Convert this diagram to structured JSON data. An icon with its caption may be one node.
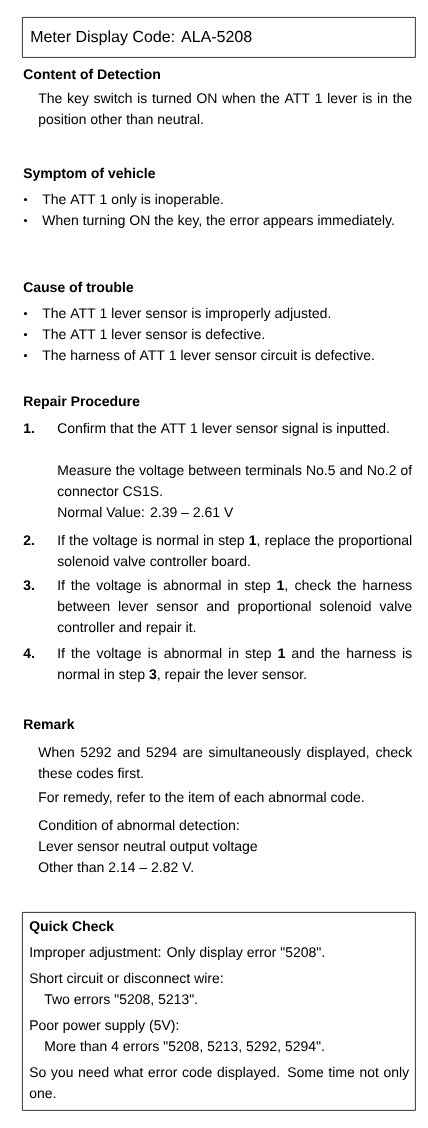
{
  "diagram": {
    "nodes": [
      {
        "text": [
          "Meter Display Code: ALA-5208"
        ]
      },
      {
        "text": [
          "Quick Check",
          "Improper adjustment: Only display error \"5208\".",
          "Short circuit or disconnect wire:",
          "Two errors \"5208, 5213\".",
          "Poor power supply (5V):",
          "More than 4 errors \"5208, 5213, 5292, 5294\".",
          "So you need what error code displayed. Some time not only one."
        ]
      }
    ],
    "edges": [],
    "labels": [
      "Content of Detection",
      "The key switch is turned ON when the ATT 1 lever is in the position other than neutral.",
      "Symptom of vehicle",
      "The ATT 1 only is inoperable.",
      "When turning ON the key, the error appears immediately.",
      "Cause of trouble",
      "The ATT 1 lever sensor is improperly adjusted.",
      "The ATT 1 lever sensor is defective.",
      "The harness of ATT 1 lever sensor circuit is defective.",
      "Repair Procedure",
      "1.",
      "Confirm that the ATT 1 lever sensor signal is inputted.",
      "Measure the voltage between terminals No.5 and No.2 of connector CS1S.",
      "Normal Value: 2.39 – 2.61 V",
      "2.",
      "If the voltage is normal in step **1**, replace the proportional solenoid valve controller board.",
      "3.",
      "If the voltage is abnormal in step **1**, check the harness between lever sensor and proportional solenoid valve controller and repair it.",
      "4.",
      "If the voltage is abnormal in step **1** and the harness is normal in step **3**, repair the lever sensor.",
      "Remark",
      "When 5292 and 5294 are simultaneously displayed, check these codes first.",
      "For remedy, refer to the item of each abnormal code.",
      "Condition of abnormal detection:",
      "Lever sensor neutral output voltage",
      "Other than 2.14 – 2.82 V."
    ]
  }
}
